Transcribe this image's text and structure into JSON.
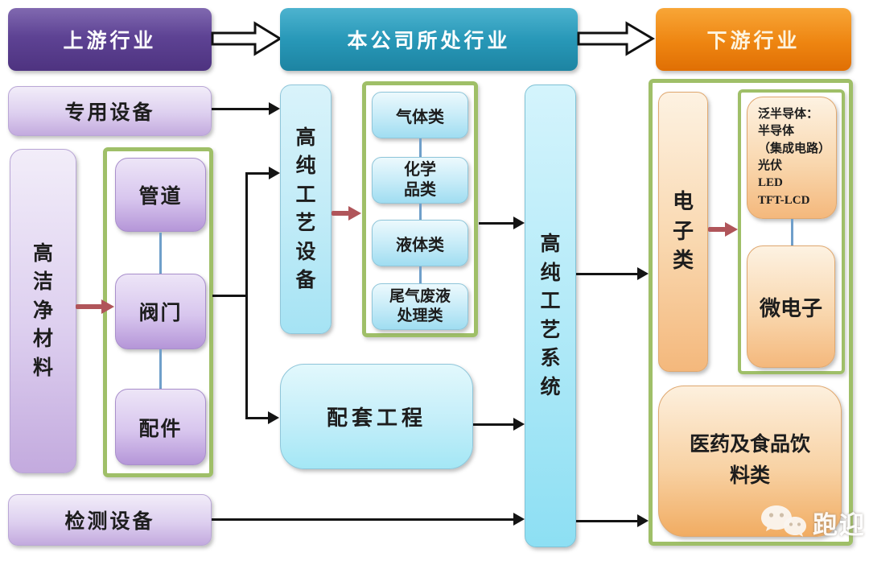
{
  "header": {
    "upstream": "上游行业",
    "company": "本公司所处行业",
    "downstream": "下游行业"
  },
  "upstream": {
    "special_equipment": "专用设备",
    "high_clean_material": "高洁净材料",
    "pipe": "管道",
    "valve": "阀门",
    "fitting": "配件",
    "testing_equipment": "检测设备"
  },
  "company": {
    "high_purity_equipment": "高纯工艺设备",
    "gas": "气体类",
    "chemical": "化学\n品类",
    "liquid": "液体类",
    "waste_treatment": "尾气废液\n处理类",
    "supporting_engineering": "配套工程",
    "high_purity_system": "高纯工艺系统"
  },
  "downstream": {
    "electronics": "电子类",
    "pan_semiconductor": "泛半导体：\n半导体\n（集成电路）\n光伏\nLED\nTFT-LCD",
    "microelectronics": "微电子",
    "pharma_food": "医药及食品饮料类"
  },
  "watermark": {
    "text": "跑迎",
    "icon": "wechat-icon"
  },
  "colors": {
    "header_purple": "#5e4394",
    "header_teal": "#2898b8",
    "header_orange": "#ee8511",
    "box_purple_light": "#c3aade",
    "box_blue_light": "#a5e3f4",
    "box_orange_light": "#f4b87c",
    "group_border_green": "#9fbf68",
    "arrow_black": "#141414",
    "arrow_red": "#b0555a",
    "connector_blue": "#6f9fca"
  }
}
